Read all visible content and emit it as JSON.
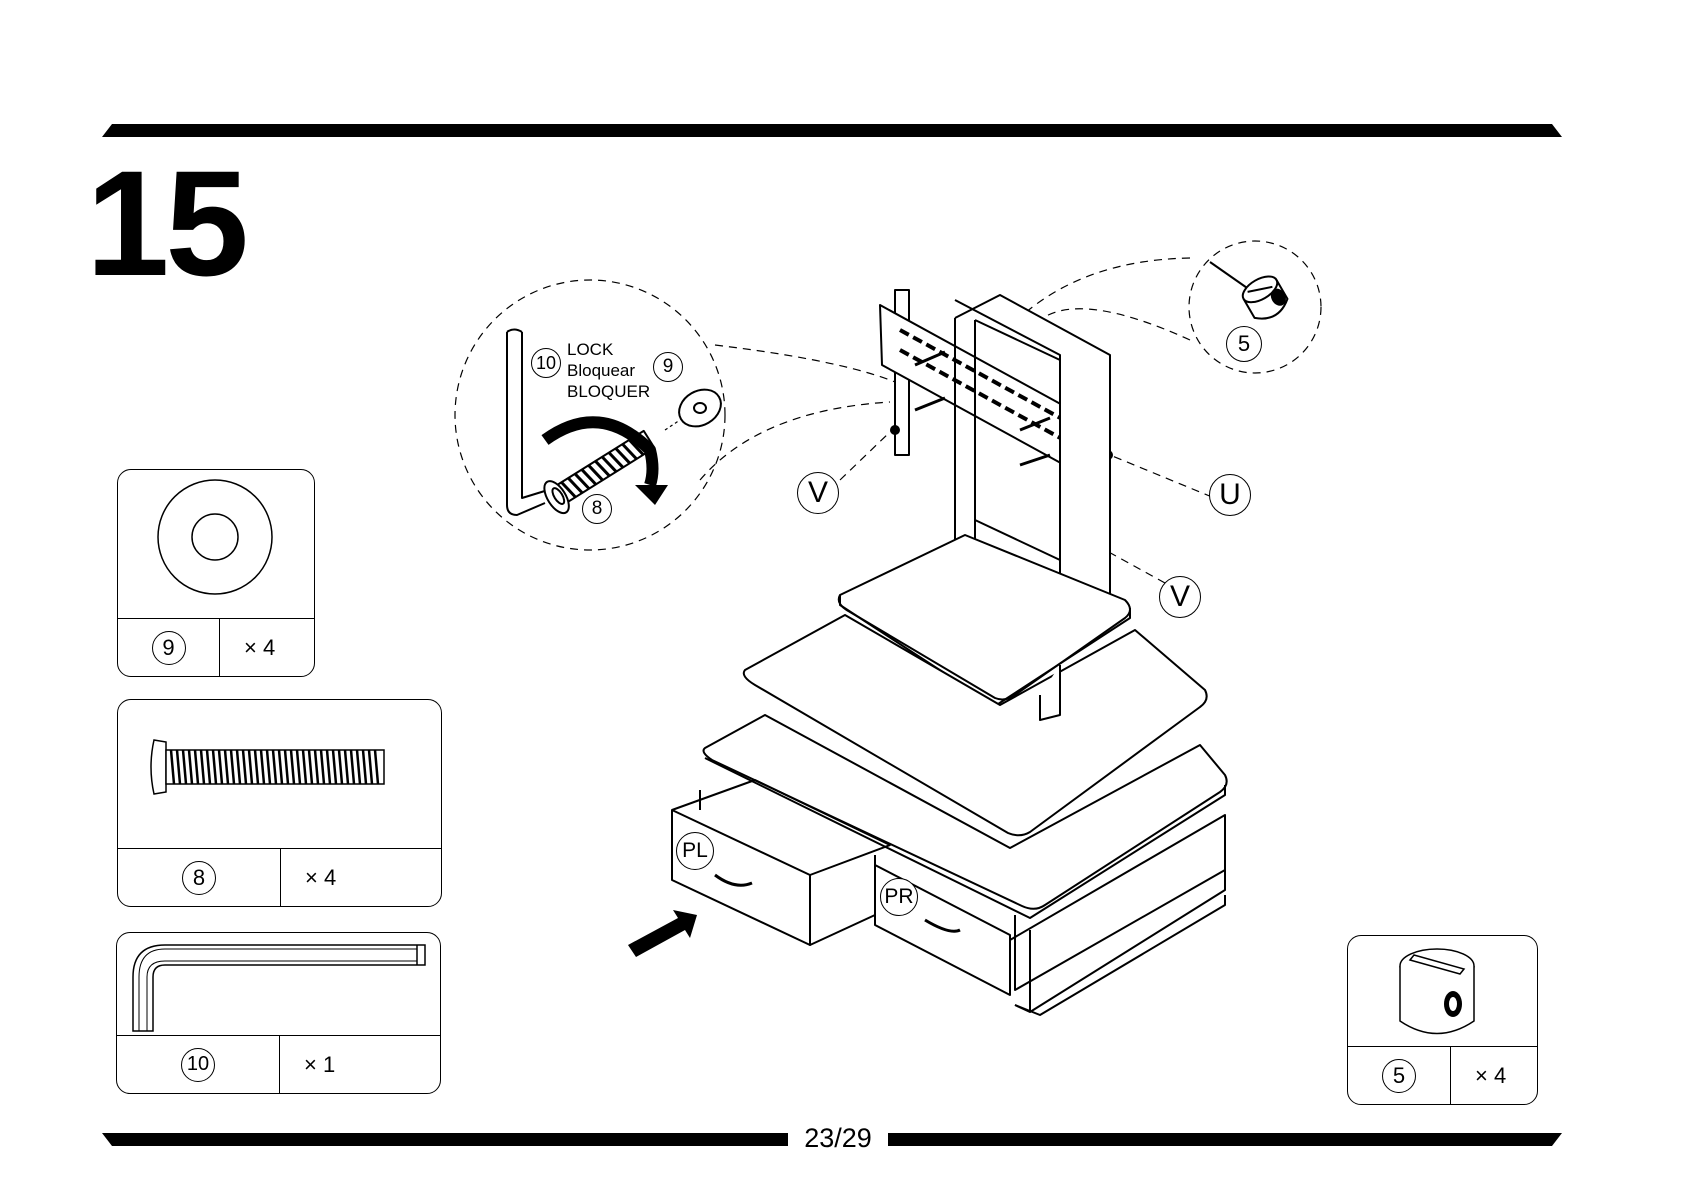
{
  "step": {
    "number": "15"
  },
  "page": {
    "number": "23/29"
  },
  "lock_note": {
    "hardware_id": "10",
    "lines": [
      "LOCK",
      "Bloquear",
      "BLOQUER"
    ],
    "washer_id": "9",
    "bolt_id": "8"
  },
  "callouts": {
    "cam_lock_id": "5",
    "bracket_left": "V",
    "bracket_right": "V",
    "mount_plate": "U",
    "drawer_left": "PL",
    "drawer_right": "PR"
  },
  "parts": [
    {
      "id": "9",
      "quantity": "× 4",
      "icon": "washer-icon"
    },
    {
      "id": "8",
      "quantity": "× 4",
      "icon": "bolt-icon"
    },
    {
      "id": "10",
      "quantity": "× 1",
      "icon": "allen-key-icon"
    },
    {
      "id": "5",
      "quantity": "× 4",
      "icon": "cam-lock-icon"
    }
  ]
}
